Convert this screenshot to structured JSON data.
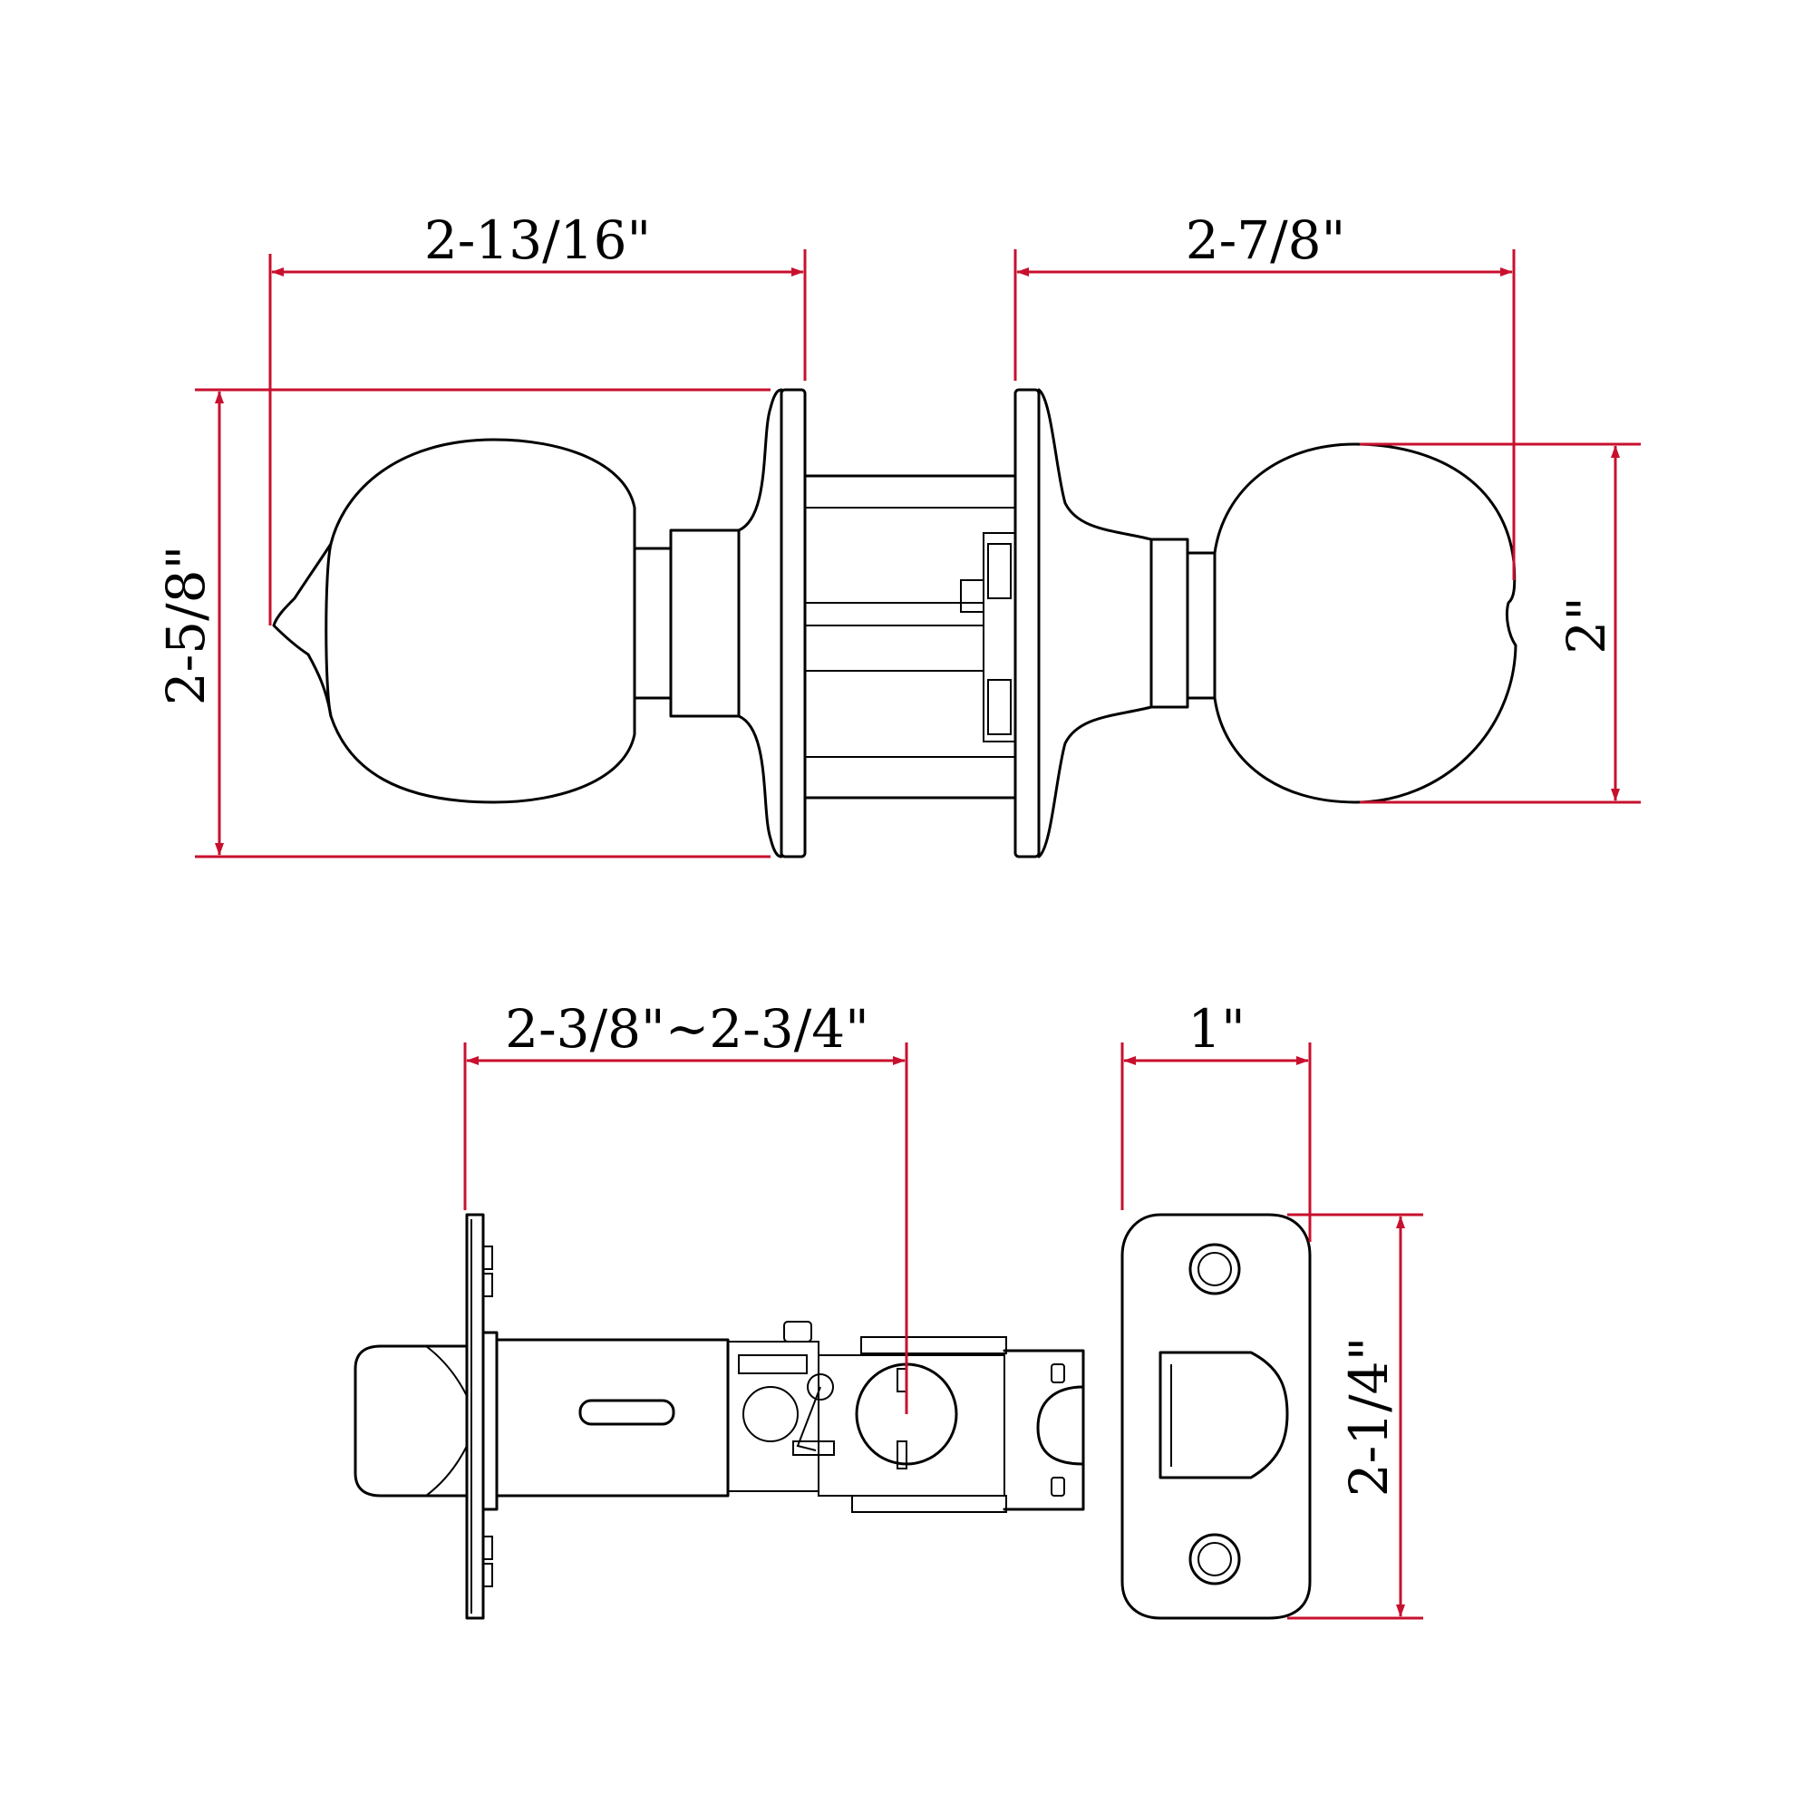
{
  "colors": {
    "background": "#ffffff",
    "part_stroke": "#000000",
    "dimension_line": "#c8102e",
    "text": "#000000"
  },
  "dimensions": {
    "knob_left_width": "2-13/16\"",
    "knob_right_width": "2-7/8\"",
    "rose_height": "2-5/8\"",
    "knob_diameter": "2\"",
    "latch_backset": "2-3/8\"~2-3/4\"",
    "strike_width": "1\"",
    "strike_height": "2-1/4\""
  }
}
